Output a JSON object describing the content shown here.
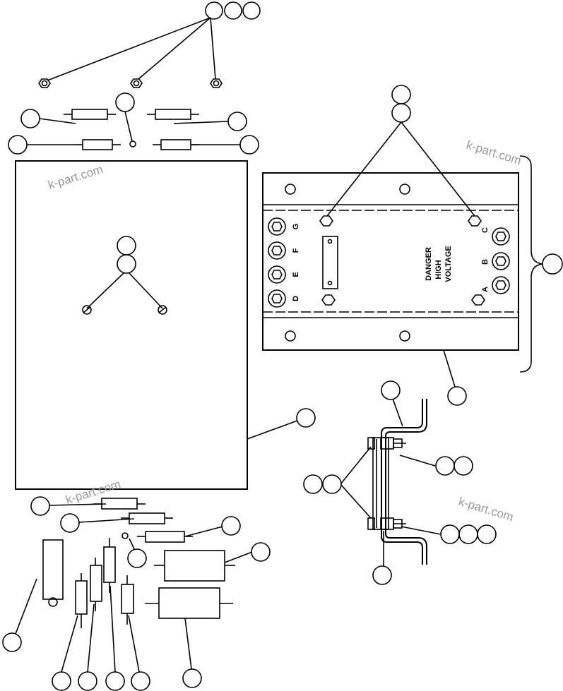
{
  "watermarks": [
    "k-part.com",
    "k-part.com",
    "k-part.com",
    "k-part.com"
  ],
  "panel": {
    "warning_lines": [
      "DANGER",
      "HIGH",
      "VOLTAGE"
    ],
    "terminal_labels": [
      "A",
      "B",
      "C",
      "D",
      "E",
      "F",
      "G"
    ]
  },
  "colors": {
    "line": "#000000",
    "background": "#ffffff",
    "watermark": "#9a9a9a"
  }
}
